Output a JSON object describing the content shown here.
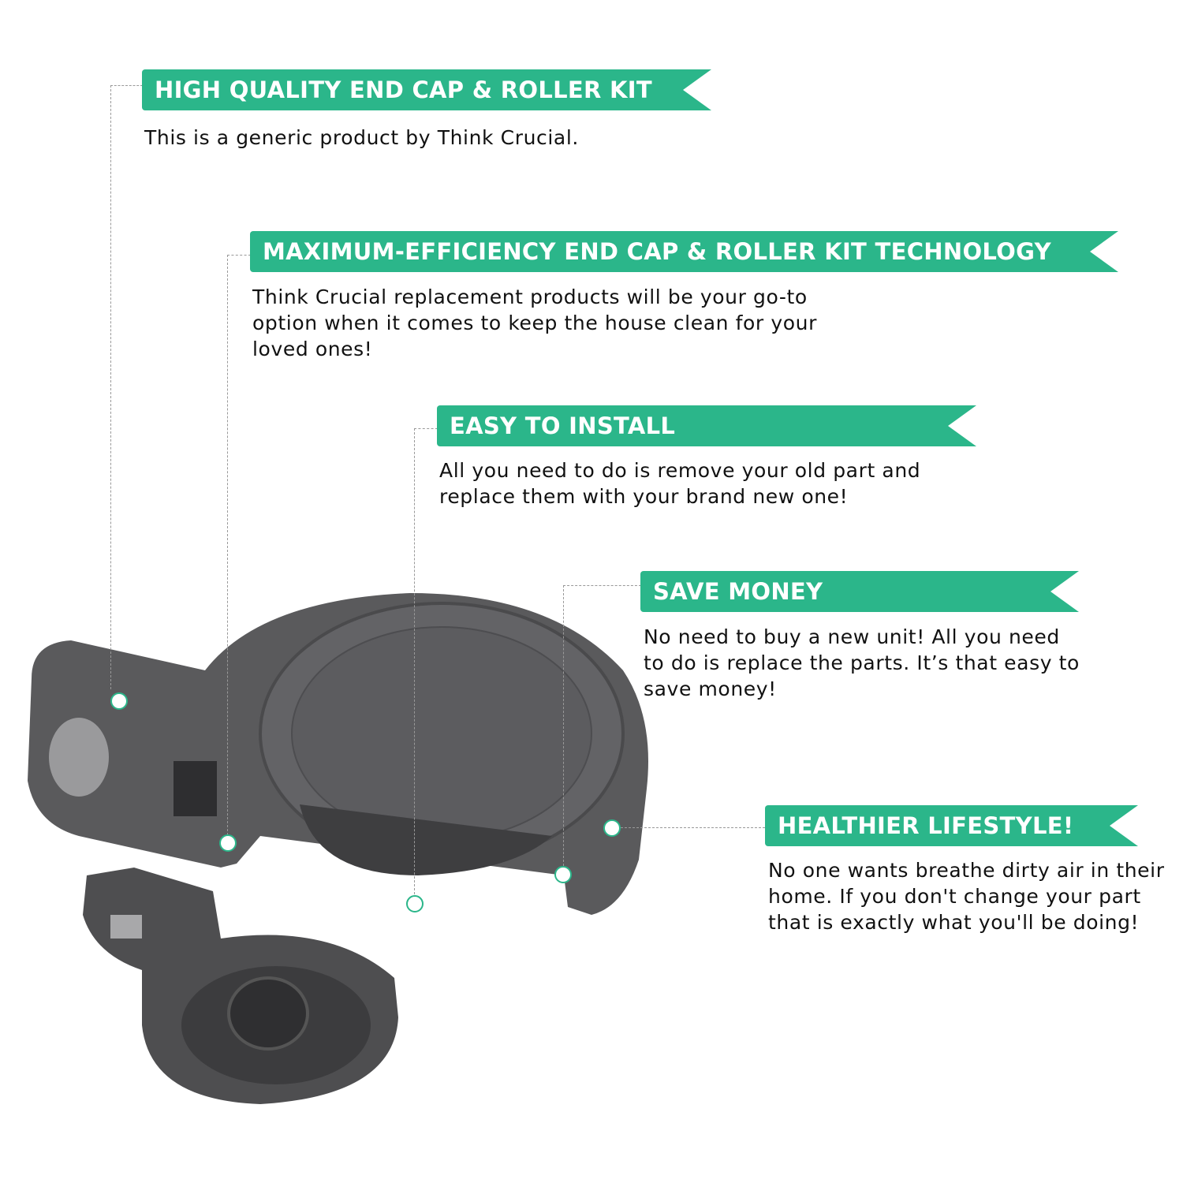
{
  "accent_color": "#2bb68a",
  "features": [
    {
      "title": "HIGH QUALITY END CAP & ROLLER KIT",
      "text": "This is a generic product by Think Crucial."
    },
    {
      "title": "MAXIMUM-EFFICIENCY END CAP & ROLLER KIT TECHNOLOGY",
      "text": "Think Crucial replacement products will be your go-to option when it comes to keep the house clean for your loved ones!"
    },
    {
      "title": "EASY TO INSTALL",
      "text": "All you need to do is remove your old part and replace them with your brand new one!"
    },
    {
      "title": "SAVE MONEY",
      "text": "No need to buy a new unit! All you need to do is replace the parts. It’s that easy to save money!"
    },
    {
      "title": "HEALTHIER LIFESTYLE!",
      "text": "No one wants breathe dirty air in their home. If you don't change your part that is exactly what you'll be doing!"
    }
  ]
}
